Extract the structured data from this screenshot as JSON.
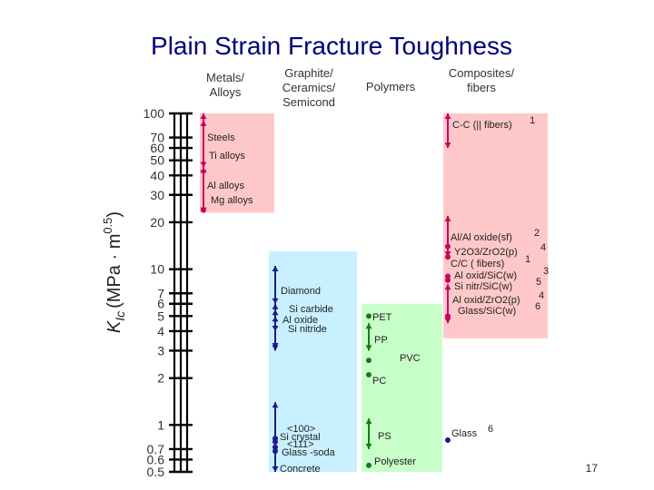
{
  "page_number": "17",
  "colors": {
    "title": "#00007a",
    "metals_box": "#ffc8c8",
    "composites_box": "#ffc8c8",
    "ceramics_box": "#c8f0ff",
    "polymers_box": "#c8ffc8",
    "marker_red": "#c80064",
    "marker_blue": "#1a1a8c",
    "marker_green": "#1a7a1a",
    "axis": "#000000"
  },
  "chart_data": {
    "type": "scatter",
    "title": "Plain Strain Fracture Toughness",
    "ylabel": "K_Ic (MPa · m^0.5)",
    "ylabel_parts": {
      "main": "K",
      "sub": "Ic",
      "units": "(MPa · m",
      "exp": "0.5",
      "close": ")"
    },
    "yscale": "log",
    "ylim": [
      0.5,
      100
    ],
    "yticks": [
      {
        "value": 100,
        "label": "100"
      },
      {
        "value": 70,
        "label": "70"
      },
      {
        "value": 60,
        "label": "60"
      },
      {
        "value": 50,
        "label": "50"
      },
      {
        "value": 40,
        "label": "40"
      },
      {
        "value": 30,
        "label": "30"
      },
      {
        "value": 20,
        "label": "20"
      },
      {
        "value": 10,
        "label": "10"
      },
      {
        "value": 7,
        "label": "7"
      },
      {
        "value": 6,
        "label": "6"
      },
      {
        "value": 5,
        "label": "5"
      },
      {
        "value": 4,
        "label": "4"
      },
      {
        "value": 3,
        "label": "3"
      },
      {
        "value": 2,
        "label": "2"
      },
      {
        "value": 1,
        "label": "1"
      },
      {
        "value": 0.7,
        "label": "0.7"
      },
      {
        "value": 0.6,
        "label": "0.6"
      },
      {
        "value": 0.5,
        "label": "0.5"
      }
    ],
    "categories": [
      {
        "label": "Metals/\nAlloys",
        "box_range": [
          23,
          100
        ],
        "color_key": "metals_box"
      },
      {
        "label": "Graphite/\nCeramics/\nSemicond",
        "box_range": [
          0.5,
          13
        ],
        "color_key": "ceramics_box"
      },
      {
        "label": "Polymers",
        "box_range": [
          0.5,
          6
        ],
        "color_key": "polymers_box"
      },
      {
        "label": "Composites/\nfibers",
        "box_range": [
          3.6,
          100
        ],
        "color_key": "composites_box"
      }
    ],
    "series": [
      {
        "category": 0,
        "label": "Steels",
        "range": [
          45,
          100
        ],
        "color_key": "marker_red"
      },
      {
        "category": 0,
        "label": "Ti alloys",
        "range": [
          40,
          90
        ],
        "color_key": "marker_red"
      },
      {
        "category": 0,
        "label": "Al alloys",
        "range": [
          23,
          45
        ],
        "color_key": "marker_red"
      },
      {
        "category": 0,
        "label": "Mg alloys",
        "range": [
          24,
          24
        ],
        "color_key": "marker_red"
      },
      {
        "category": 1,
        "label": "Diamond",
        "range": [
          6,
          10.5
        ],
        "color_key": "marker_blue"
      },
      {
        "category": 1,
        "label": "Si carbide",
        "range": [
          3,
          5.5
        ],
        "color_key": "marker_blue"
      },
      {
        "category": 1,
        "label": "Al oxide",
        "range": [
          3.1,
          5
        ],
        "color_key": "marker_blue"
      },
      {
        "category": 1,
        "label": "Si nitride",
        "range": [
          4,
          6
        ],
        "color_key": "marker_blue"
      },
      {
        "category": 1,
        "label": "<100>",
        "range": [
          0.82,
          0.82
        ],
        "color_key": "marker_blue"
      },
      {
        "category": 1,
        "label": "Si crystal",
        "range": [
          0.78,
          0.78
        ],
        "color_key": "marker_blue"
      },
      {
        "category": 1,
        "label": "<111>",
        "range": [
          0.72,
          0.72
        ],
        "color_key": "marker_blue"
      },
      {
        "category": 1,
        "label": "Glass -soda",
        "range": [
          0.68,
          0.68
        ],
        "color_key": "marker_blue"
      },
      {
        "category": 1,
        "label": "Concrete",
        "range": [
          0.5,
          1.4
        ],
        "color_key": "marker_blue"
      },
      {
        "category": 2,
        "label": "PET",
        "range": [
          5,
          5
        ],
        "color_key": "marker_green"
      },
      {
        "category": 2,
        "label": "PP",
        "range": [
          3,
          4.5
        ],
        "color_key": "marker_green"
      },
      {
        "category": 2,
        "label": "PVC",
        "range": [
          2.6,
          2.6
        ],
        "color_key": "marker_green"
      },
      {
        "category": 2,
        "label": "PC",
        "range": [
          2.1,
          2.1
        ],
        "color_key": "marker_green"
      },
      {
        "category": 2,
        "label": "PS",
        "range": [
          0.7,
          1.1
        ],
        "color_key": "marker_green"
      },
      {
        "category": 2,
        "label": "Polyester",
        "range": [
          0.55,
          0.55
        ],
        "color_key": "marker_green"
      },
      {
        "category": 3,
        "label": "C-C (|| fibers)",
        "range": [
          60,
          100
        ],
        "color_key": "marker_red",
        "note": "1"
      },
      {
        "category": 3,
        "label": "Al/Al oxide(sf)",
        "range": [
          12,
          22
        ],
        "color_key": "marker_red",
        "note": "2"
      },
      {
        "category": 3,
        "label": "Y2O3/ZrO2(p)",
        "range": [
          14,
          14
        ],
        "color_key": "marker_red",
        "note": "4"
      },
      {
        "category": 3,
        "label": "C/C ( fibers)",
        "range": [
          12,
          12
        ],
        "color_key": "marker_red",
        "note": "1"
      },
      {
        "category": 3,
        "label": "Al oxid/SiC(w)",
        "range": [
          9,
          9
        ],
        "color_key": "marker_red",
        "note": "3"
      },
      {
        "category": 3,
        "label": "Si nitr/SiC(w)",
        "range": [
          8.5,
          8.5
        ],
        "color_key": "marker_red",
        "note": "5"
      },
      {
        "category": 3,
        "label": "Al oxid/ZrO2(p)",
        "range": [
          4.5,
          8
        ],
        "color_key": "marker_red",
        "note": "4"
      },
      {
        "category": 3,
        "label": "Glass/SiC(w)",
        "range": [
          5,
          5
        ],
        "color_key": "marker_red",
        "note": "6"
      },
      {
        "category": 3,
        "label": "Glass",
        "range": [
          0.8,
          0.8
        ],
        "color_key": "marker_blue",
        "note": "6"
      }
    ]
  }
}
